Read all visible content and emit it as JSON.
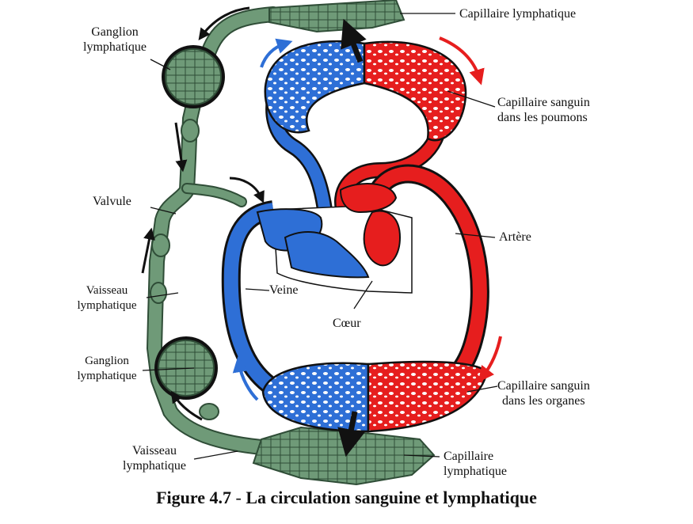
{
  "labels": {
    "capillaire_lymphatique_haut": "Capillaire lymphatique",
    "ganglion_haut_1": "Ganglion",
    "ganglion_haut_2": "lymphatique",
    "capillaire_poumons_1": "Capillaire sanguin",
    "capillaire_poumons_2": "dans les poumons",
    "valvule": "Valvule",
    "artere": "Artère",
    "vaisseau_haut_1": "Vaisseau",
    "vaisseau_haut_2": "lymphatique",
    "veine": "Veine",
    "coeur": "Cœur",
    "ganglion_bas_1": "Ganglion",
    "ganglion_bas_2": "lymphatique",
    "capillaire_organes_1": "Capillaire sanguin",
    "capillaire_organes_2": "dans les organes",
    "vaisseau_bas_1": "Vaisseau",
    "vaisseau_bas_2": "lymphatique",
    "capillaire_lymph_bas_1": "Capillaire",
    "capillaire_lymph_bas_2": "lymphatique"
  },
  "caption": {
    "figure": "Figure 4.7",
    "separator": " - ",
    "title": "La circulation sanguine et lymphatique"
  },
  "colors": {
    "lymph": "#6f9a78",
    "lymph_dark": "#2f4d37",
    "blood_oxygenated": "#e61e1e",
    "blood_deoxygenated": "#2e6fd6",
    "outline": "#111111"
  }
}
